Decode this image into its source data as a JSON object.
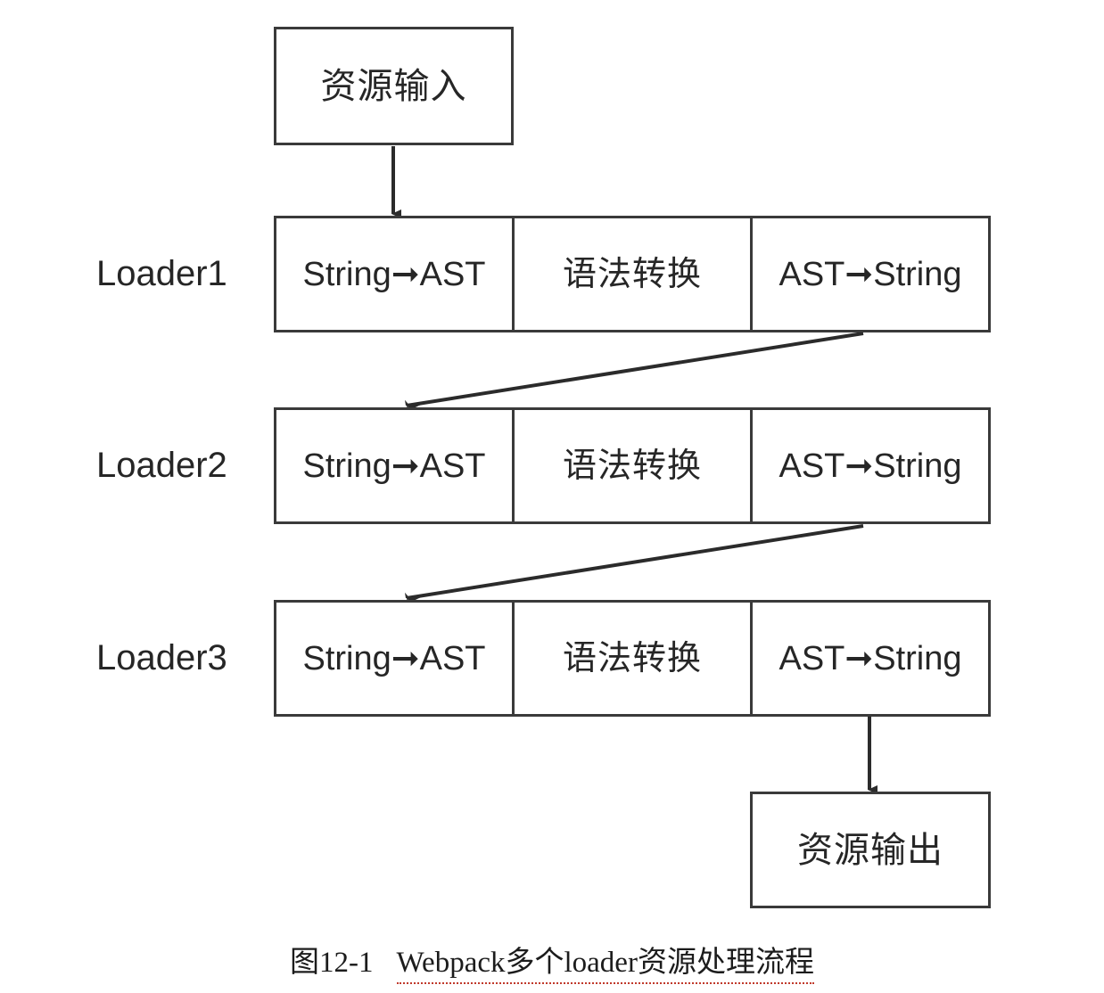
{
  "figure": {
    "caption_number": "图12-1",
    "caption_title": "Webpack多个loader资源处理流程",
    "caption_underline_color": "#c0392b"
  },
  "colors": {
    "border": "#3a3a3a",
    "text": "#262626",
    "background": "#ffffff",
    "connector": "#2b2b2b"
  },
  "nodes": {
    "input": {
      "label": "资源输入"
    },
    "output": {
      "label": "资源输出"
    }
  },
  "columns": [
    "String→AST",
    "语法转换",
    "AST→String"
  ],
  "loaders": [
    {
      "name": "Loader1",
      "cells": [
        {
          "left": "String",
          "arrow": "➞",
          "right": "AST",
          "text": "String➞AST"
        },
        {
          "text": "语法转换"
        },
        {
          "left": "AST",
          "arrow": "➞",
          "right": "String",
          "text": "AST➞String"
        }
      ]
    },
    {
      "name": "Loader2",
      "cells": [
        {
          "left": "String",
          "arrow": "➞",
          "right": "AST",
          "text": "String➞AST"
        },
        {
          "text": "语法转换"
        },
        {
          "left": "AST",
          "arrow": "➞",
          "right": "String",
          "text": "AST➞String"
        }
      ]
    },
    {
      "name": "Loader3",
      "cells": [
        {
          "left": "String",
          "arrow": "➞",
          "right": "AST",
          "text": "String➞AST"
        },
        {
          "text": "语法转换"
        },
        {
          "left": "AST",
          "arrow": "➞",
          "right": "String",
          "text": "AST➞String"
        }
      ]
    }
  ],
  "connectors": [
    {
      "name": "input-to-loader1",
      "kind": "vertical-arrow",
      "from": "资源输入",
      "to": "Loader1 String➞AST"
    },
    {
      "name": "loader1-to-loader2",
      "kind": "diagonal-arrow",
      "from": "Loader1 AST➞String",
      "to": "Loader2 String➞AST"
    },
    {
      "name": "loader2-to-loader3",
      "kind": "diagonal-arrow",
      "from": "Loader2 AST➞String",
      "to": "Loader3 String➞AST"
    },
    {
      "name": "loader3-to-output",
      "kind": "vertical-arrow",
      "from": "Loader3 AST➞String",
      "to": "资源输出"
    }
  ]
}
